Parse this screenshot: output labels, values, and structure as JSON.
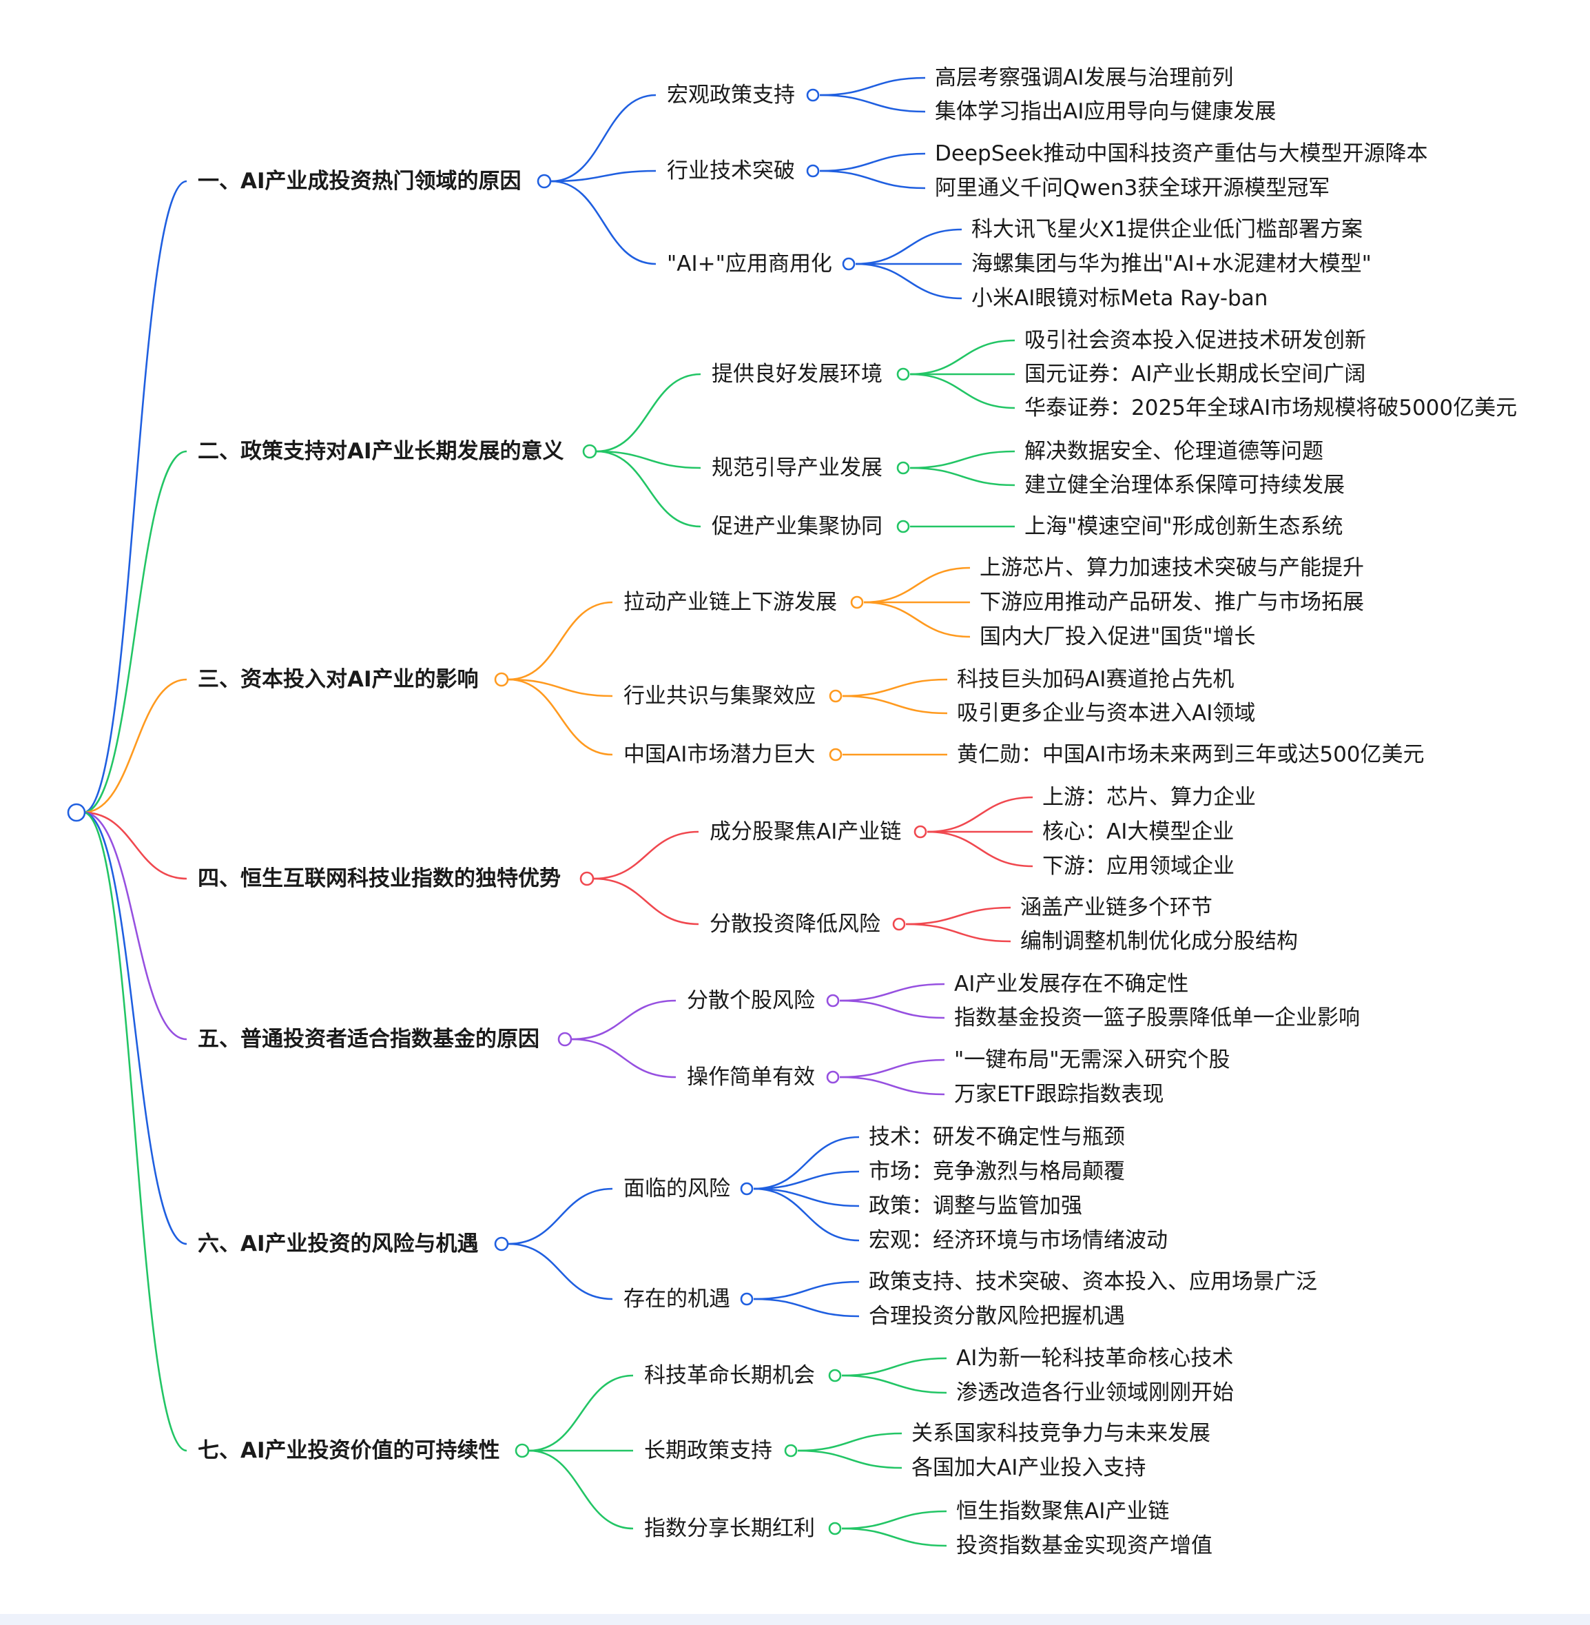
{
  "root": {
    "label": ""
  },
  "colors": {
    "blue": "#1f5fe0",
    "green": "#22c565",
    "orange": "#ff9a1f",
    "red": "#f0484f",
    "purple": "#9650e0"
  },
  "branches": [
    {
      "label": "一、AI产业成投资热门领域的原因",
      "color": "#1f5fe0",
      "children": [
        {
          "label": "宏观政策支持",
          "children": [
            "高层考察强调AI发展与治理前列",
            "集体学习指出AI应用导向与健康发展"
          ]
        },
        {
          "label": "行业技术突破",
          "children": [
            "DeepSeek推动中国科技资产重估与大模型开源降本",
            "阿里通义千问Qwen3获全球开源模型冠军"
          ]
        },
        {
          "label": "\"AI+\"应用商用化",
          "children": [
            "科大讯飞星火X1提供企业低门槛部署方案",
            "海螺集团与华为推出\"AI+水泥建材大模型\"",
            "小米AI眼镜对标Meta Ray-ban"
          ]
        }
      ]
    },
    {
      "label": "二、政策支持对AI产业长期发展的意义",
      "color": "#22c565",
      "children": [
        {
          "label": "提供良好发展环境",
          "children": [
            "吸引社会资本投入促进技术研发创新",
            "国元证券：AI产业长期成长空间广阔",
            "华泰证券：2025年全球AI市场规模将破5000亿美元"
          ]
        },
        {
          "label": "规范引导产业发展",
          "children": [
            "解决数据安全、伦理道德等问题",
            "建立健全治理体系保障可持续发展"
          ]
        },
        {
          "label": "促进产业集聚协同",
          "children": [
            "上海\"模速空间\"形成创新生态系统"
          ]
        }
      ]
    },
    {
      "label": "三、资本投入对AI产业的影响",
      "color": "#ff9a1f",
      "children": [
        {
          "label": "拉动产业链上下游发展",
          "children": [
            "上游芯片、算力加速技术突破与产能提升",
            "下游应用推动产品研发、推广与市场拓展",
            "国内大厂投入促进\"国货\"增长"
          ]
        },
        {
          "label": "行业共识与集聚效应",
          "children": [
            "科技巨头加码AI赛道抢占先机",
            "吸引更多企业与资本进入AI领域"
          ]
        },
        {
          "label": "中国AI市场潜力巨大",
          "children": [
            "黄仁勋：中国AI市场未来两到三年或达500亿美元"
          ]
        }
      ]
    },
    {
      "label": "四、恒生互联网科技业指数的独特优势",
      "color": "#f0484f",
      "children": [
        {
          "label": "成分股聚焦AI产业链",
          "children": [
            "上游：芯片、算力企业",
            "核心：AI大模型企业",
            "下游：应用领域企业"
          ]
        },
        {
          "label": "分散投资降低风险",
          "children": [
            "涵盖产业链多个环节",
            "编制调整机制优化成分股结构"
          ]
        }
      ]
    },
    {
      "label": "五、普通投资者适合指数基金的原因",
      "color": "#9650e0",
      "children": [
        {
          "label": "分散个股风险",
          "children": [
            "AI产业发展存在不确定性",
            "指数基金投资一篮子股票降低单一企业影响"
          ]
        },
        {
          "label": "操作简单有效",
          "children": [
            "\"一键布局\"无需深入研究个股",
            "万家ETF跟踪指数表现"
          ]
        }
      ]
    },
    {
      "label": "六、AI产业投资的风险与机遇",
      "color": "#1f5fe0",
      "children": [
        {
          "label": "面临的风险",
          "children": [
            "技术：研发不确定性与瓶颈",
            "市场：竞争激烈与格局颠覆",
            "政策：调整与监管加强",
            "宏观：经济环境与市场情绪波动"
          ]
        },
        {
          "label": "存在的机遇",
          "children": [
            "政策支持、技术突破、资本投入、应用场景广泛",
            "合理投资分散风险把握机遇"
          ]
        }
      ]
    },
    {
      "label": "七、AI产业投资价值的可持续性",
      "color": "#22c565",
      "children": [
        {
          "label": "科技革命长期机会",
          "children": [
            "AI为新一轮科技革命核心技术",
            "渗透改造各行业领域刚刚开始"
          ]
        },
        {
          "label": "长期政策支持",
          "children": [
            "关系国家科技竞争力与未来发展",
            "各国加大AI产业投入支持"
          ]
        },
        {
          "label": "指数分享长期红利",
          "children": [
            "恒生指数聚焦AI产业链",
            "投资指数基金实现资产增值"
          ]
        }
      ]
    }
  ]
}
